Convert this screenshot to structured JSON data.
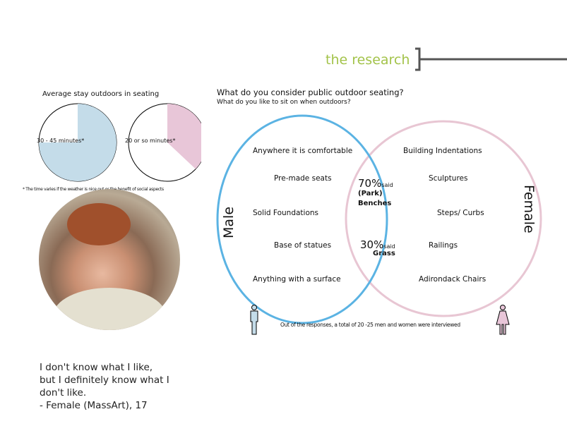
{
  "header": {
    "title": "the research"
  },
  "pies": {
    "title": "Average stay outdoors in seating",
    "male_label": "30 - 45 minutes*",
    "male_fraction": 0.75,
    "female_label": "20 or so minutes*",
    "female_fraction": 0.37,
    "footnote": "* The time varies if the weather is nice out or the benefit of social aspects"
  },
  "quote": {
    "line1": "I don't know what I like,",
    "line2": "but I definitely know what I",
    "line3": "don't like.",
    "attribution": "- Female (MassArt), 17"
  },
  "venn": {
    "question": "What do you consider public outdoor seating?",
    "subquestion": "What do you like to sit on when outdoors?",
    "male_label": "Male",
    "female_label": "Female",
    "male_items": [
      "Anywhere it is comfortable",
      "Pre-made seats",
      "Solid Foundations",
      "Base of statues",
      "Anything with a surface"
    ],
    "female_items": [
      "Building Indentations",
      "Sculptures",
      "Steps/ Curbs",
      "Railings",
      "Adirondack Chairs"
    ],
    "shared": [
      {
        "pct": "70%",
        "said": "said",
        "item": "(Park) Benches"
      },
      {
        "pct": "30%",
        "said": "said",
        "item": "Grass"
      }
    ],
    "note": "Out of the responses, a total of 20 -25 men and women were interviewed"
  },
  "colors": {
    "blue": "#5bb3e3",
    "pink": "#e8c6d3",
    "blue_fill": "#c4dce9",
    "pink_fill": "#e8c6d8",
    "green": "#a3c34a"
  }
}
